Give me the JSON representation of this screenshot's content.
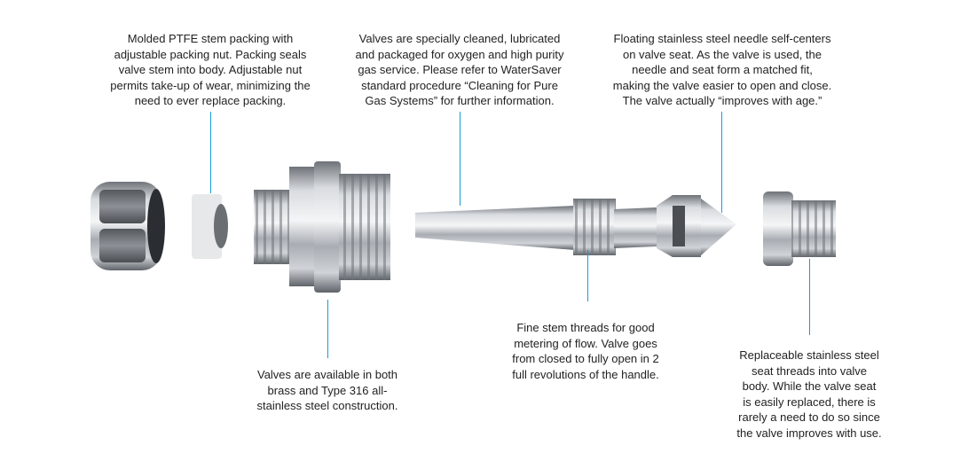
{
  "title": "Needle valve exploded view",
  "colors": {
    "leader": "#1a9ad6",
    "text": "#222222",
    "metal": "#a8acb2"
  },
  "callouts": {
    "packing": {
      "lines": [
        "Molded PTFE stem packing with",
        "adjustable packing nut. Packing seals",
        "valve stem into body. Adjustable nut",
        "permits take-up of wear, minimizing the",
        "need to ever replace packing."
      ]
    },
    "cleaning": {
      "lines": [
        "Valves are specially cleaned, lubricated",
        "and packaged for oxygen and high purity",
        "gas service. Please refer to WaterSaver",
        "standard procedure “Cleaning for Pure",
        "Gas Systems” for further information."
      ]
    },
    "needle": {
      "lines": [
        "Floating stainless steel needle self-centers",
        "on valve seat. As the valve is used, the",
        "needle and seat form a matched fit,",
        "making the valve easier to open and close.",
        "The valve actually “improves with age.”"
      ]
    },
    "threads": {
      "lines": [
        "Fine stem threads for good",
        "metering of flow. Valve goes",
        "from closed to fully open in 2",
        "full revolutions of the handle."
      ]
    },
    "materials": {
      "lines": [
        "Valves are available in both",
        "brass and Type 316 all-",
        "stainless steel construction."
      ]
    },
    "seat": {
      "lines": [
        "Replaceable stainless steel",
        "seat threads into valve",
        "body. While the valve seat",
        "is easily replaced, there is",
        "rarely a need to do so since",
        "the valve improves with use."
      ]
    }
  }
}
